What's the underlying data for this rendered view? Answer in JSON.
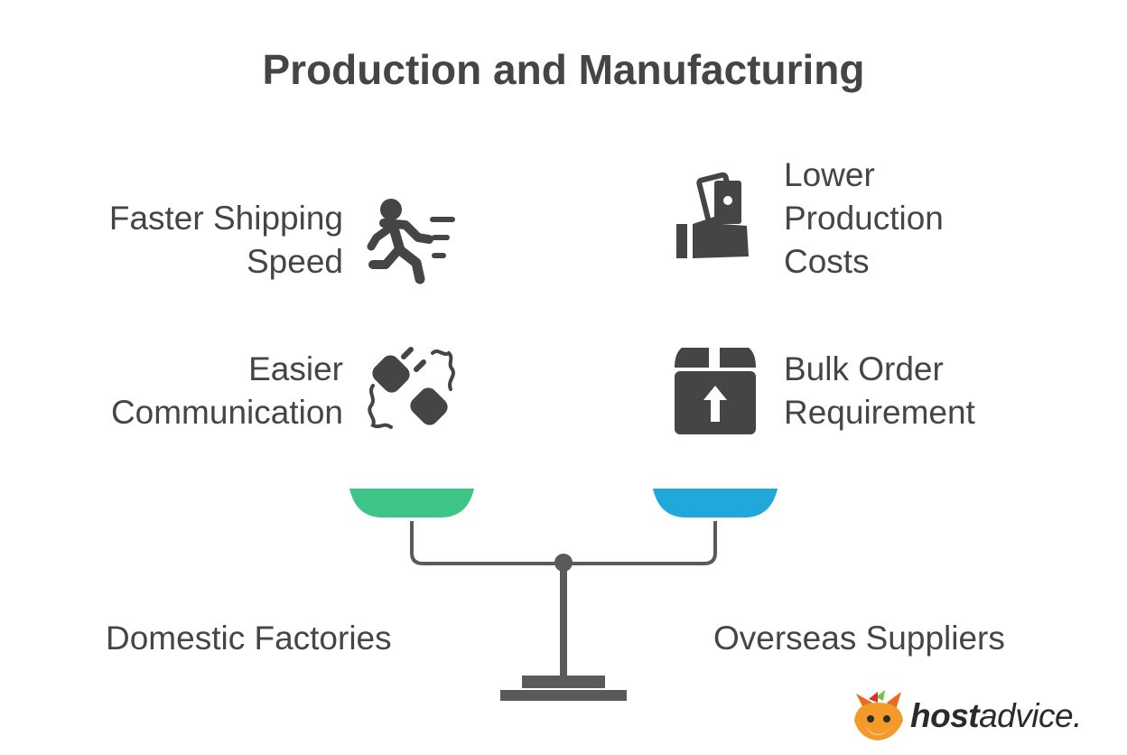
{
  "title": "Production and Manufacturing",
  "left": {
    "name": "Domestic Factories",
    "color": "#3ec487",
    "factors": [
      {
        "lines": [
          "Faster Shipping",
          "Speed"
        ],
        "icon": "running-person-icon"
      },
      {
        "lines": [
          "Easier",
          "Communication"
        ],
        "icon": "plug-connection-icon"
      }
    ]
  },
  "right": {
    "name": "Overseas Suppliers",
    "color": "#1fa8d9",
    "factors": [
      {
        "lines": [
          "Lower",
          "Production",
          "Costs"
        ],
        "icon": "hand-money-icon"
      },
      {
        "lines": [
          "Bulk Order",
          "Requirement"
        ],
        "icon": "package-box-icon"
      }
    ]
  },
  "scale_color": "#5a5a5a",
  "logo": {
    "bold": "host",
    "regular": "advice."
  }
}
